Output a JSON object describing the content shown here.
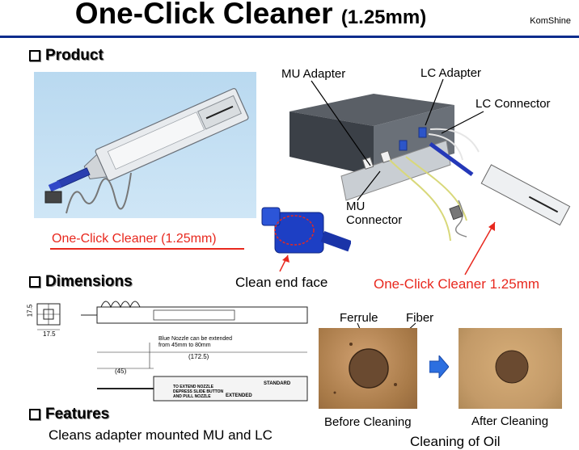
{
  "header": {
    "title": "One-Click Cleaner",
    "title_size": "(1.25mm)",
    "brand": "KomShine"
  },
  "sections": {
    "product": "Product",
    "dimensions": "Dimensions",
    "features": "Features"
  },
  "product": {
    "caption": "One-Click Cleaner (1.25mm)",
    "clean_end_face": "Clean end face",
    "mu_adapter": "MU Adapter",
    "lc_adapter": "LC Adapter",
    "lc_connector": "LC Connector",
    "mu_connector_line1": "MU",
    "mu_connector_line2": "Connector",
    "right_caption": "One-Click Cleaner 1.25mm"
  },
  "dimensions": {
    "width_17_5": "17.5",
    "height_17_5": "17.5",
    "nozzle_note_line1": "Blue Nozzle can be extended",
    "nozzle_note_line2": "from 45mm to 80mm",
    "length_total": "(172.5)",
    "length_partial": "(45)",
    "body_text_line1": "TO EXTEND NOZZLE",
    "body_text_line2": "DEPRESS SLIDE BUTTON",
    "body_text_line3": "AND PULL NOZZLE",
    "standard": "STANDARD",
    "extended": "EXTENDED"
  },
  "cleaning": {
    "ferrule": "Ferrule",
    "fiber": "Fiber",
    "before": "Before Cleaning",
    "after": "After Cleaning",
    "caption": "Cleaning of Oil"
  },
  "features": {
    "text": "Cleans adapter mounted MU and LC"
  },
  "colors": {
    "accent_blue": "#0b2c8c",
    "red": "#e8281e"
  }
}
